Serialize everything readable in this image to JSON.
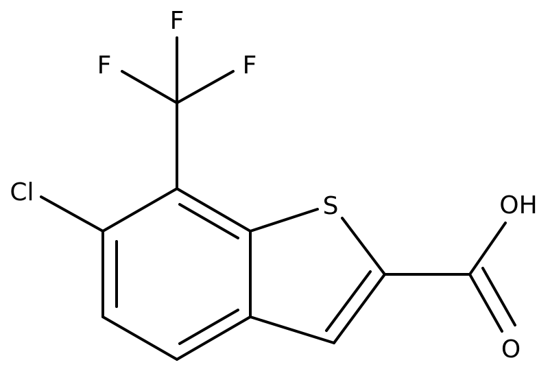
{
  "molecule": {
    "atoms": {
      "f_top": "F",
      "f_left": "F",
      "f_right": "F",
      "chlorine": "Cl",
      "sulfur": "S",
      "hydroxyl": "OH",
      "carbonyl_oxygen": "O"
    }
  },
  "colors": {
    "bond": "#000000",
    "label": "#000000",
    "background": "#ffffff"
  }
}
